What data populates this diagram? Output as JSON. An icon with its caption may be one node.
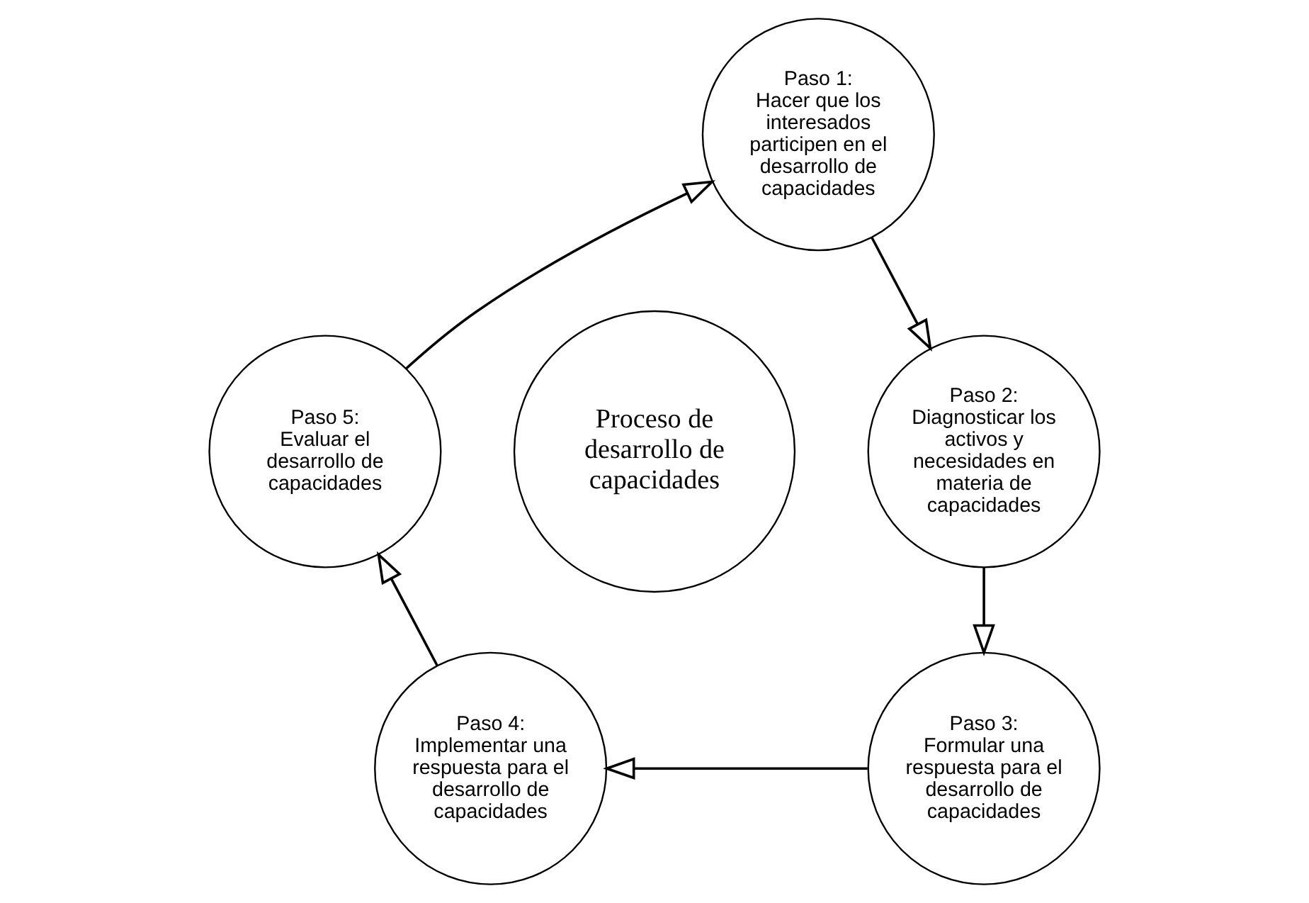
{
  "diagram": {
    "nodes": [
      {
        "text": [
          "Paso 1:",
          "Hacer que los interesados participen en el desarrollo de capacidades"
        ]
      },
      {
        "text": [
          "Paso 2:",
          "Diagnosticar los activos y necesidades en materia de capacidades"
        ]
      },
      {
        "text": [
          "Paso 3:",
          "Formular una respuesta para el desarrollo de capacidades"
        ]
      },
      {
        "text": [
          "Paso 4:",
          "Implementar una respuesta para el desarrollo de capacidades"
        ]
      },
      {
        "text": [
          "Paso 5:",
          "Evaluar el desarrollo de capacidades"
        ]
      },
      {
        "text": [
          "Proceso de desarrollo de capacidades"
        ]
      }
    ],
    "edges": [
      {
        "from": 0,
        "to": 1,
        "arrow": "to"
      },
      {
        "from": 1,
        "to": 2,
        "arrow": "to"
      },
      {
        "from": 2,
        "to": 3,
        "arrow": "to"
      },
      {
        "from": 3,
        "to": 4,
        "arrow": "to"
      },
      {
        "from": 4,
        "to": 0,
        "arrow": "to"
      }
    ]
  }
}
